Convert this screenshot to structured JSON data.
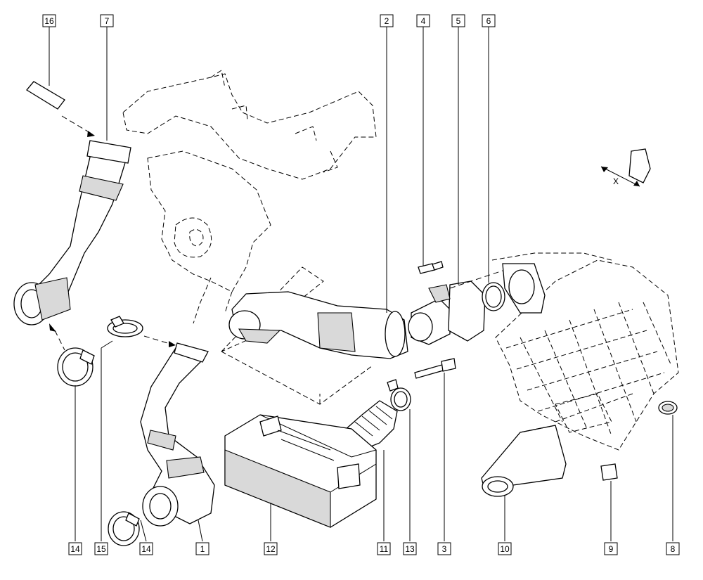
{
  "callouts": {
    "c1": "1",
    "c2": "2",
    "c3": "3",
    "c4": "4",
    "c5": "5",
    "c6": "6",
    "c7": "7",
    "c8": "8",
    "c9": "9",
    "c10": "10",
    "c11": "11",
    "c12": "12",
    "c13": "13",
    "c14a": "14",
    "c14b": "14",
    "c15": "15",
    "c16": "16"
  },
  "detail_mark": "X"
}
